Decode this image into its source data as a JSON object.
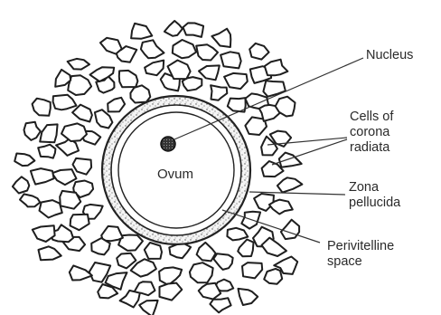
{
  "diagram": {
    "center_label": "Ovum",
    "labels": {
      "nucleus": "Nucleus",
      "corona": [
        "Cells of",
        "corona",
        "radiata"
      ],
      "zona": [
        "Zona",
        "pellucida"
      ],
      "perivitelline": [
        "Perivitelline",
        "space"
      ]
    }
  }
}
